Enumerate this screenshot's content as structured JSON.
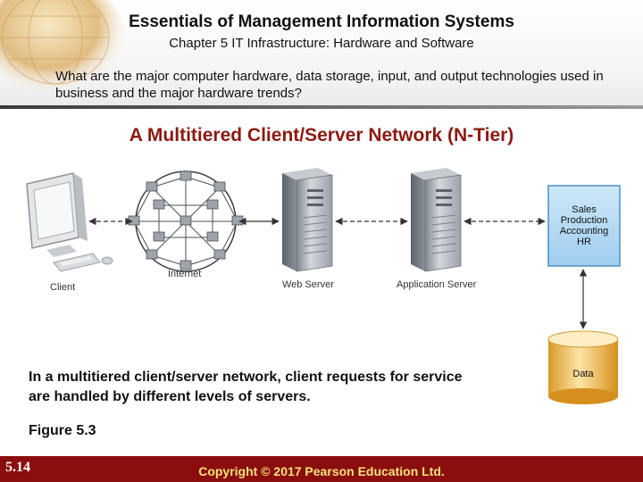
{
  "header": {
    "title": "Essentials of Management Information Systems",
    "subtitle": "Chapter 5 IT Infrastructure: Hardware and Software",
    "question": "What are the major computer hardware, data storage, input, and output technologies used in business and the major hardware trends?"
  },
  "diagram": {
    "title": "A Multitiered Client/Server Network (N-Tier)",
    "labels": {
      "client": "Client",
      "internet": "Internet",
      "web_server": "Web Server",
      "app_server": "Application Server",
      "data": "Data"
    },
    "database_items": [
      "Sales",
      "Production",
      "Accounting",
      "HR"
    ]
  },
  "caption": "In a multitiered client/server network, client requests for service are handled by different levels of servers.",
  "figure_label": "Figure 5.3",
  "footer": {
    "slide_number": "5.14",
    "copyright": "Copyright © 2017 Pearson Education Ltd."
  }
}
